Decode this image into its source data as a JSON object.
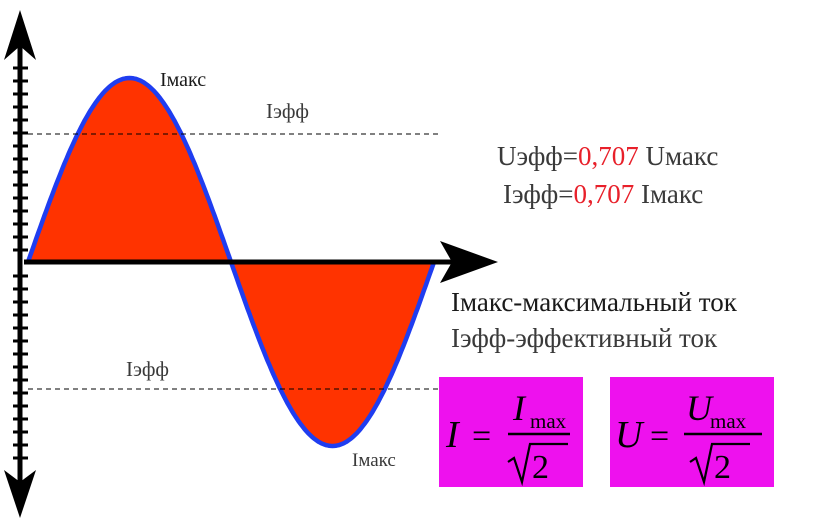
{
  "diagram": {
    "labels": {
      "peak_top": "Iмакс",
      "peak_bottom": "Iмакс",
      "eff_top": "Iэфф",
      "eff_bottom": "Iэфф"
    },
    "formulas": {
      "u_eff": {
        "lhs": "Uэфф=",
        "coef": "0,707",
        "rhs": " Uмакс"
      },
      "i_eff": {
        "lhs": "Iэфф=",
        "coef": "0,707",
        "rhs": " Iмакс"
      }
    },
    "legend": {
      "line1": "Iмакс-максимальный ток",
      "line2": "Iэфф-эффективный ток"
    },
    "boxes": {
      "i": {
        "var": "I",
        "eq": "=",
        "num": "I",
        "sub": "max",
        "root": "2"
      },
      "u": {
        "var": "U",
        "eq": "=",
        "num": "U",
        "sub": "max",
        "root": "2"
      }
    },
    "colors": {
      "fill": "#ff3300",
      "curve": "#1f3df0",
      "axis": "#000000",
      "coef": "#e8202a",
      "box": "#ee11ee",
      "text": "#3a3a3a"
    }
  }
}
